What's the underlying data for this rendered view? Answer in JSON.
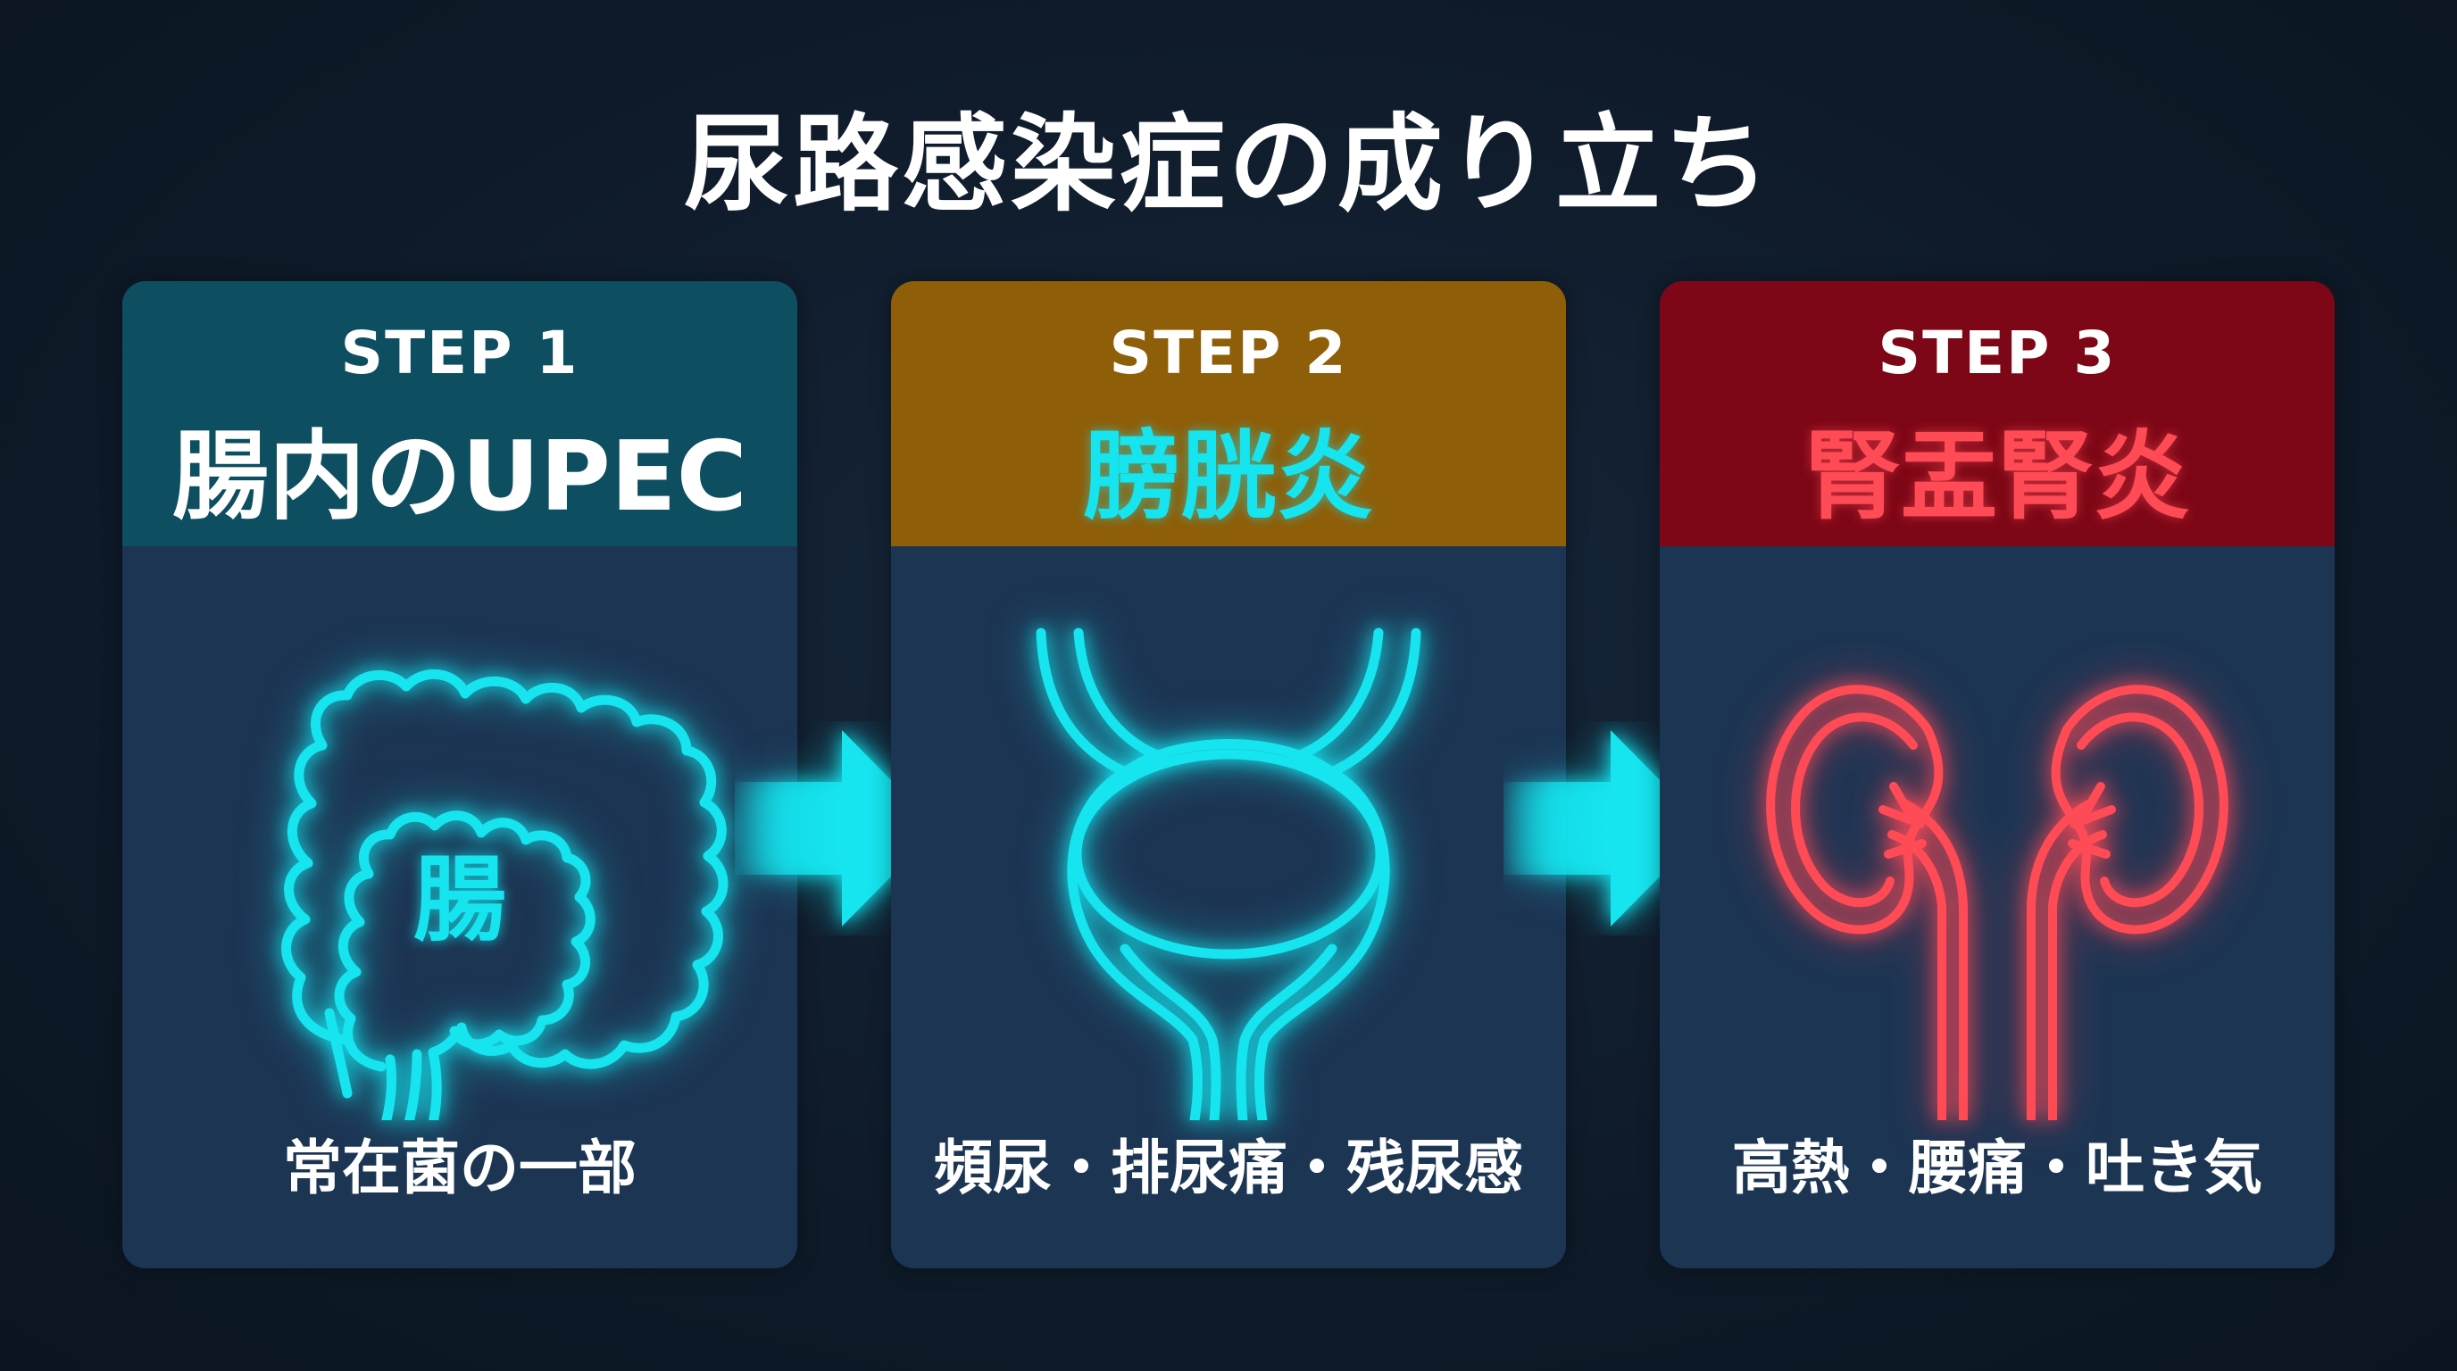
{
  "title": "尿路感染症の成り立ち",
  "colors": {
    "cyan": "#16e4ee",
    "red": "#ff4b55",
    "step1_header": "#0d4e60",
    "step2_header": "#8f5e08",
    "step3_header": "#7d0716",
    "card_body": "#1c3553"
  },
  "steps": [
    {
      "step_label": "STEP 1",
      "headline": "腸内のUPEC",
      "icon": "intestine-icon",
      "icon_label": "腸",
      "caption": "常在菌の一部"
    },
    {
      "step_label": "STEP 2",
      "headline": "膀胱炎",
      "icon": "bladder-icon",
      "caption": "頻尿・排尿痛・残尿感"
    },
    {
      "step_label": "STEP 3",
      "headline": "腎盂腎炎",
      "icon": "kidneys-icon",
      "caption": "高熱・腰痛・吐き気"
    }
  ],
  "arrows": [
    "arrow-right-icon",
    "arrow-right-icon"
  ]
}
